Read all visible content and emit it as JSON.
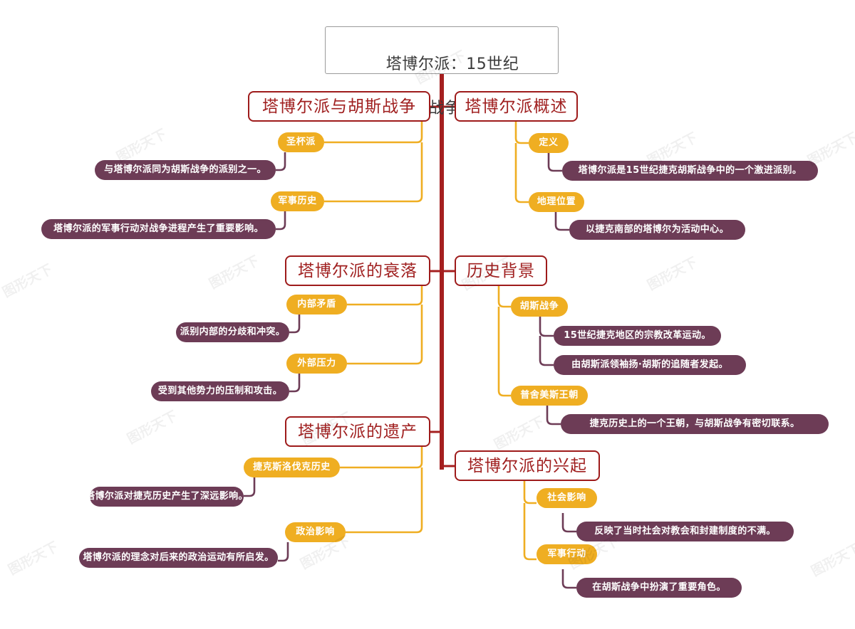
{
  "meta": {
    "watermark_text": "图形天下",
    "colors": {
      "root_border": "#9b9b9b",
      "root_text": "#3b3b3b",
      "branch_border": "#9e1b1b",
      "branch_text": "#a02020",
      "trunk": "#a51f1f",
      "sub_fill": "#efae22",
      "leaf_fill": "#6d3c56",
      "background": "#ffffff"
    }
  },
  "root": {
    "title_line1": "塔博尔派：15世纪",
    "title_line2": "捷克胡斯战争的激进力量"
  },
  "branches": [
    {
      "id": "taborites-and-hussite-wars",
      "label": "塔博尔派与胡斯战争",
      "side": "left",
      "children": [
        {
          "label": "圣杯派",
          "leaves": [
            {
              "text": "与塔博尔派同为胡斯战争的派别之一。"
            }
          ]
        },
        {
          "label": "军事历史",
          "leaves": [
            {
              "text": "塔博尔派的军事行动对战争进程产生了重要影响。"
            }
          ]
        }
      ]
    },
    {
      "id": "taborites-overview",
      "label": "塔博尔派概述",
      "side": "right",
      "children": [
        {
          "label": "定义",
          "leaves": [
            {
              "text": "塔博尔派是15世纪捷克胡斯战争中的一个激进派别。"
            }
          ]
        },
        {
          "label": "地理位置",
          "leaves": [
            {
              "text": "以捷克南部的塔博尔为活动中心。"
            }
          ]
        }
      ]
    },
    {
      "id": "decline-of-taborites",
      "label": "塔博尔派的衰落",
      "side": "left",
      "children": [
        {
          "label": "内部矛盾",
          "leaves": [
            {
              "text": "派别内部的分歧和冲突。"
            }
          ]
        },
        {
          "label": "外部压力",
          "leaves": [
            {
              "text": "受到其他势力的压制和攻击。"
            }
          ]
        }
      ]
    },
    {
      "id": "historical-background",
      "label": "历史背景",
      "side": "right",
      "children": [
        {
          "label": "胡斯战争",
          "leaves": [
            {
              "text": "15世纪捷克地区的宗教改革运动。"
            },
            {
              "text": "由胡斯派领袖扬·胡斯的追随者发起。"
            }
          ]
        },
        {
          "label": "普舍美斯王朝",
          "leaves": [
            {
              "text": "捷克历史上的一个王朝，与胡斯战争有密切联系。"
            }
          ]
        }
      ]
    },
    {
      "id": "legacy-of-taborites",
      "label": "塔博尔派的遗产",
      "side": "left",
      "children": [
        {
          "label": "捷克斯洛伐克历史",
          "leaves": [
            {
              "text": "塔博尔派对捷克历史产生了深远影响。"
            }
          ]
        },
        {
          "label": "政治影响",
          "leaves": [
            {
              "text": "塔博尔派的理念对后来的政治运动有所启发。"
            }
          ]
        }
      ]
    },
    {
      "id": "rise-of-taborites",
      "label": "塔博尔派的兴起",
      "side": "right",
      "children": [
        {
          "label": "社会影响",
          "leaves": [
            {
              "text": "反映了当时社会对教会和封建制度的不满。"
            }
          ]
        },
        {
          "label": "军事行动",
          "leaves": [
            {
              "text": "在胡斯战争中扮演了重要角色。"
            }
          ]
        }
      ]
    }
  ]
}
